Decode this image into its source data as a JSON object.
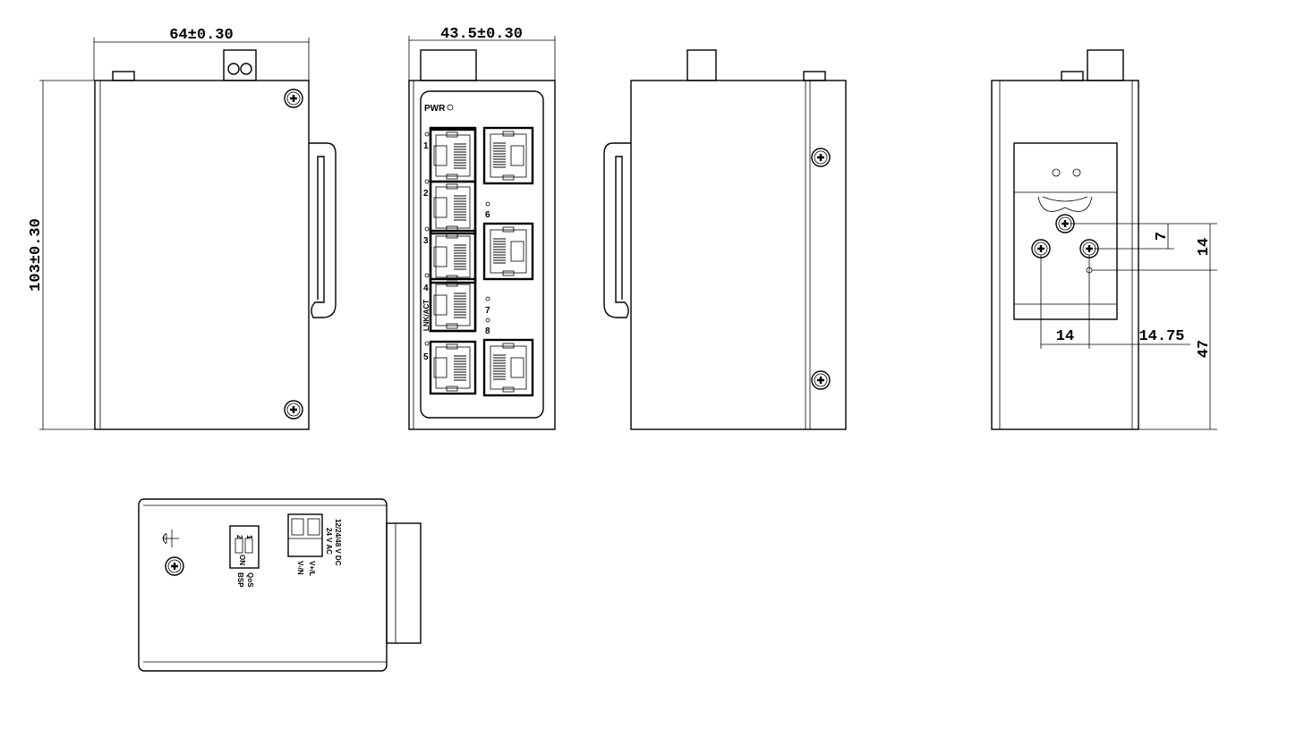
{
  "dimensions": {
    "width": "64±0.30",
    "height": "103±0.30",
    "depth": "43.5±0.30",
    "din_7": "7",
    "din_14_v": "14",
    "din_47": "47",
    "din_14_h": "14",
    "din_14_75": "14.75"
  },
  "front_panel": {
    "pwr": "PWR",
    "ports": [
      "1",
      "2",
      "3",
      "4",
      "5",
      "6",
      "7",
      "8"
    ],
    "lnk_act": "LNK/ACT"
  },
  "bottom_panel": {
    "dip_1": "1",
    "dip_2": "2",
    "dip_on": "ON",
    "qos": "QoS",
    "bsp": "BSP",
    "v_plus": "V+/L",
    "v_minus": "V-/N",
    "voltage_dc": "12/24/48 V DC",
    "voltage_ac": "24 V AC"
  }
}
